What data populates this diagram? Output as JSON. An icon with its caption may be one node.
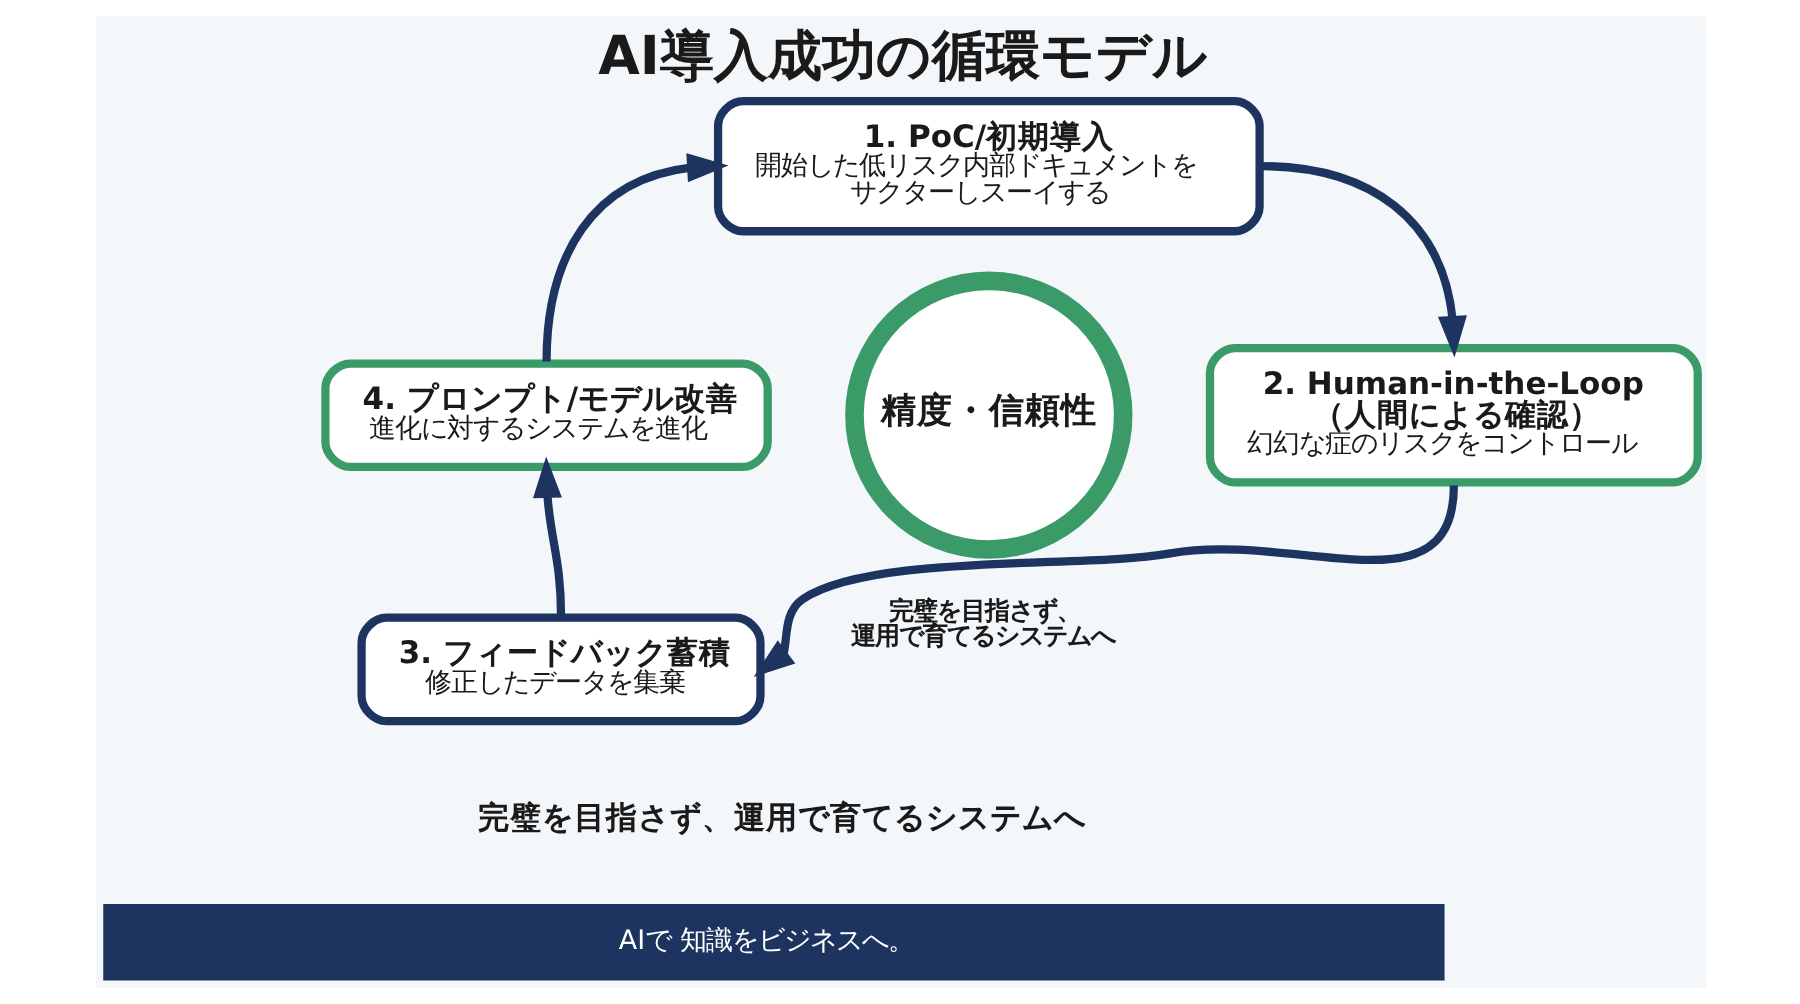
{
  "diagram": {
    "title": "AI導入成功の循環モデル",
    "caption": "完璧を目指さず、運用で育てるシステムへ",
    "nodes": [
      {
        "text": [
          "1. PoC/初期導入",
          "開始した低リスク内部ドキュメントをサクターしスーイする"
        ]
      },
      {
        "text": [
          "2. Human-in-the-Loop（人間による確認）",
          "幻幻な症のリスクをコントロール"
        ]
      },
      {
        "text": [
          "3. フィードバック蓄積",
          "修正したデータを集棄"
        ]
      },
      {
        "text": [
          "4. プロンプト/モデル改善",
          "進化に対するシステムを進化"
        ]
      },
      {
        "text": [
          "精度・信頼性"
        ],
        "beside": [
          "完璧を目指さず、運用で育てるシステムへ"
        ]
      }
    ],
    "edges": [
      {
        "from": 0,
        "to": 1,
        "arrow": "to"
      },
      {
        "from": 1,
        "to": 2,
        "arrow": "to"
      },
      {
        "from": 2,
        "to": 3,
        "arrow": "to"
      },
      {
        "from": 3,
        "to": 0,
        "arrow": "to"
      }
    ],
    "labels": [
      "AIで 知識をビジネスへ。"
    ]
  }
}
